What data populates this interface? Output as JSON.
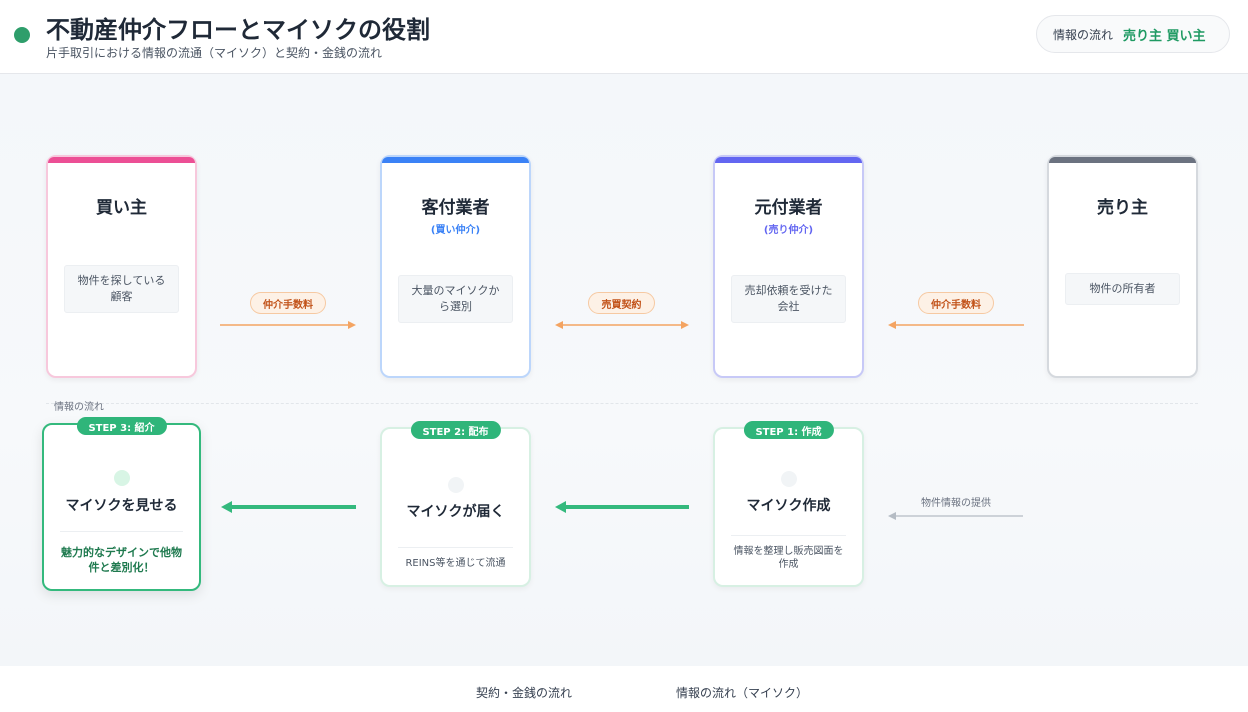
{
  "header": {
    "title": "不動産仲介フローとマイソクの役割",
    "subtitle": "片手取引における情報の流通（マイソク）と契約・金銭の流れ",
    "pill_label": "情報の流れ",
    "pill_value": "売り主 買い主"
  },
  "parties": [
    {
      "name": "買い主",
      "sub": "",
      "desc": "物件を探している顧客",
      "accent": "#ec4f95",
      "border": "#f7c8dc"
    },
    {
      "name": "客付業者",
      "sub": "(買い仲介)",
      "desc": "大量のマイソクから選別",
      "accent": "#3b82f6",
      "border": "#bcd6fb"
    },
    {
      "name": "元付業者",
      "sub": "(売り仲介)",
      "desc": "売却依頼を受けた会社",
      "accent": "#6366f1",
      "border": "#c7c9f7"
    },
    {
      "name": "売り主",
      "sub": "",
      "desc": "物件の所有者",
      "accent": "#6b7280",
      "border": "#d5d9de"
    }
  ],
  "money": {
    "fee_left": "仲介手数料",
    "contract": "売買契約",
    "fee_right": "仲介手数料"
  },
  "divider_label": "情報の流れ",
  "steps": [
    {
      "badge": "STEP 3: 紹介",
      "title": "マイソクを見せる",
      "desc": "魅力的なデザインで他物件と差別化！"
    },
    {
      "badge": "STEP 2: 配布",
      "title": "マイソクが届く",
      "desc": "REINS等を通じて流通"
    },
    {
      "badge": "STEP 1: 作成",
      "title": "マイソク作成",
      "desc": "情報を整理し販売図面を作成"
    }
  ],
  "info_provide_label": "物件情報の提供",
  "legend": {
    "money": "契約・金銭の流れ",
    "info": "情報の流れ（マイソク）"
  },
  "colors": {
    "money_arrow": "#f4a462",
    "info_arrow": "#34b97d",
    "accent_green": "#2e9e6b"
  }
}
